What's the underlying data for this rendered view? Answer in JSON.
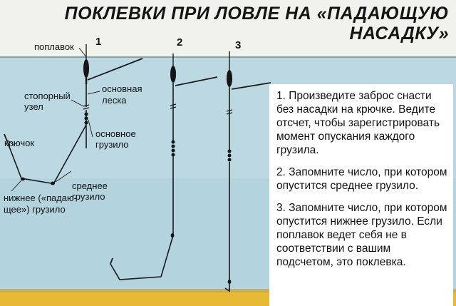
{
  "title": {
    "line1": "ПОКЛЕВКИ ПРИ ЛОВЛЕ НА «ПАДАЮЩУЮ",
    "line2": "НАСАДКУ»"
  },
  "figure_numbers": [
    "1",
    "2",
    "3"
  ],
  "labels": {
    "float": "поплавок",
    "stopper_l1": "стопорный",
    "stopper_l2": "узел",
    "main_line_l1": "основная",
    "main_line_l2": "леска",
    "main_sinker_l1": "основное",
    "main_sinker_l2": "грузило",
    "hook": "крючок",
    "middle_sinker_l1": "среднее",
    "middle_sinker_l2": "грузило",
    "bottom_sinker_l1": "нижнее («падаю-",
    "bottom_sinker_l2": "щее») грузило"
  },
  "instructions": [
    "1. Произведите заброс снасти без насадки на крючке. Ведите отсчет, чтобы зарегистрировать момент опускания каждого грузила.",
    "2. Запомните число, при котором опустится среднее грузило.",
    "3. Запомните число, при котором опустится нижнее грузило. Если поплавок ведет себя не в соответствии с вашим подсчетом, это поклевка."
  ],
  "colors": {
    "water": "#bcd9e3",
    "sand": "#e8b934",
    "line": "#1a1a1a",
    "surface": "#6d8f9b"
  }
}
